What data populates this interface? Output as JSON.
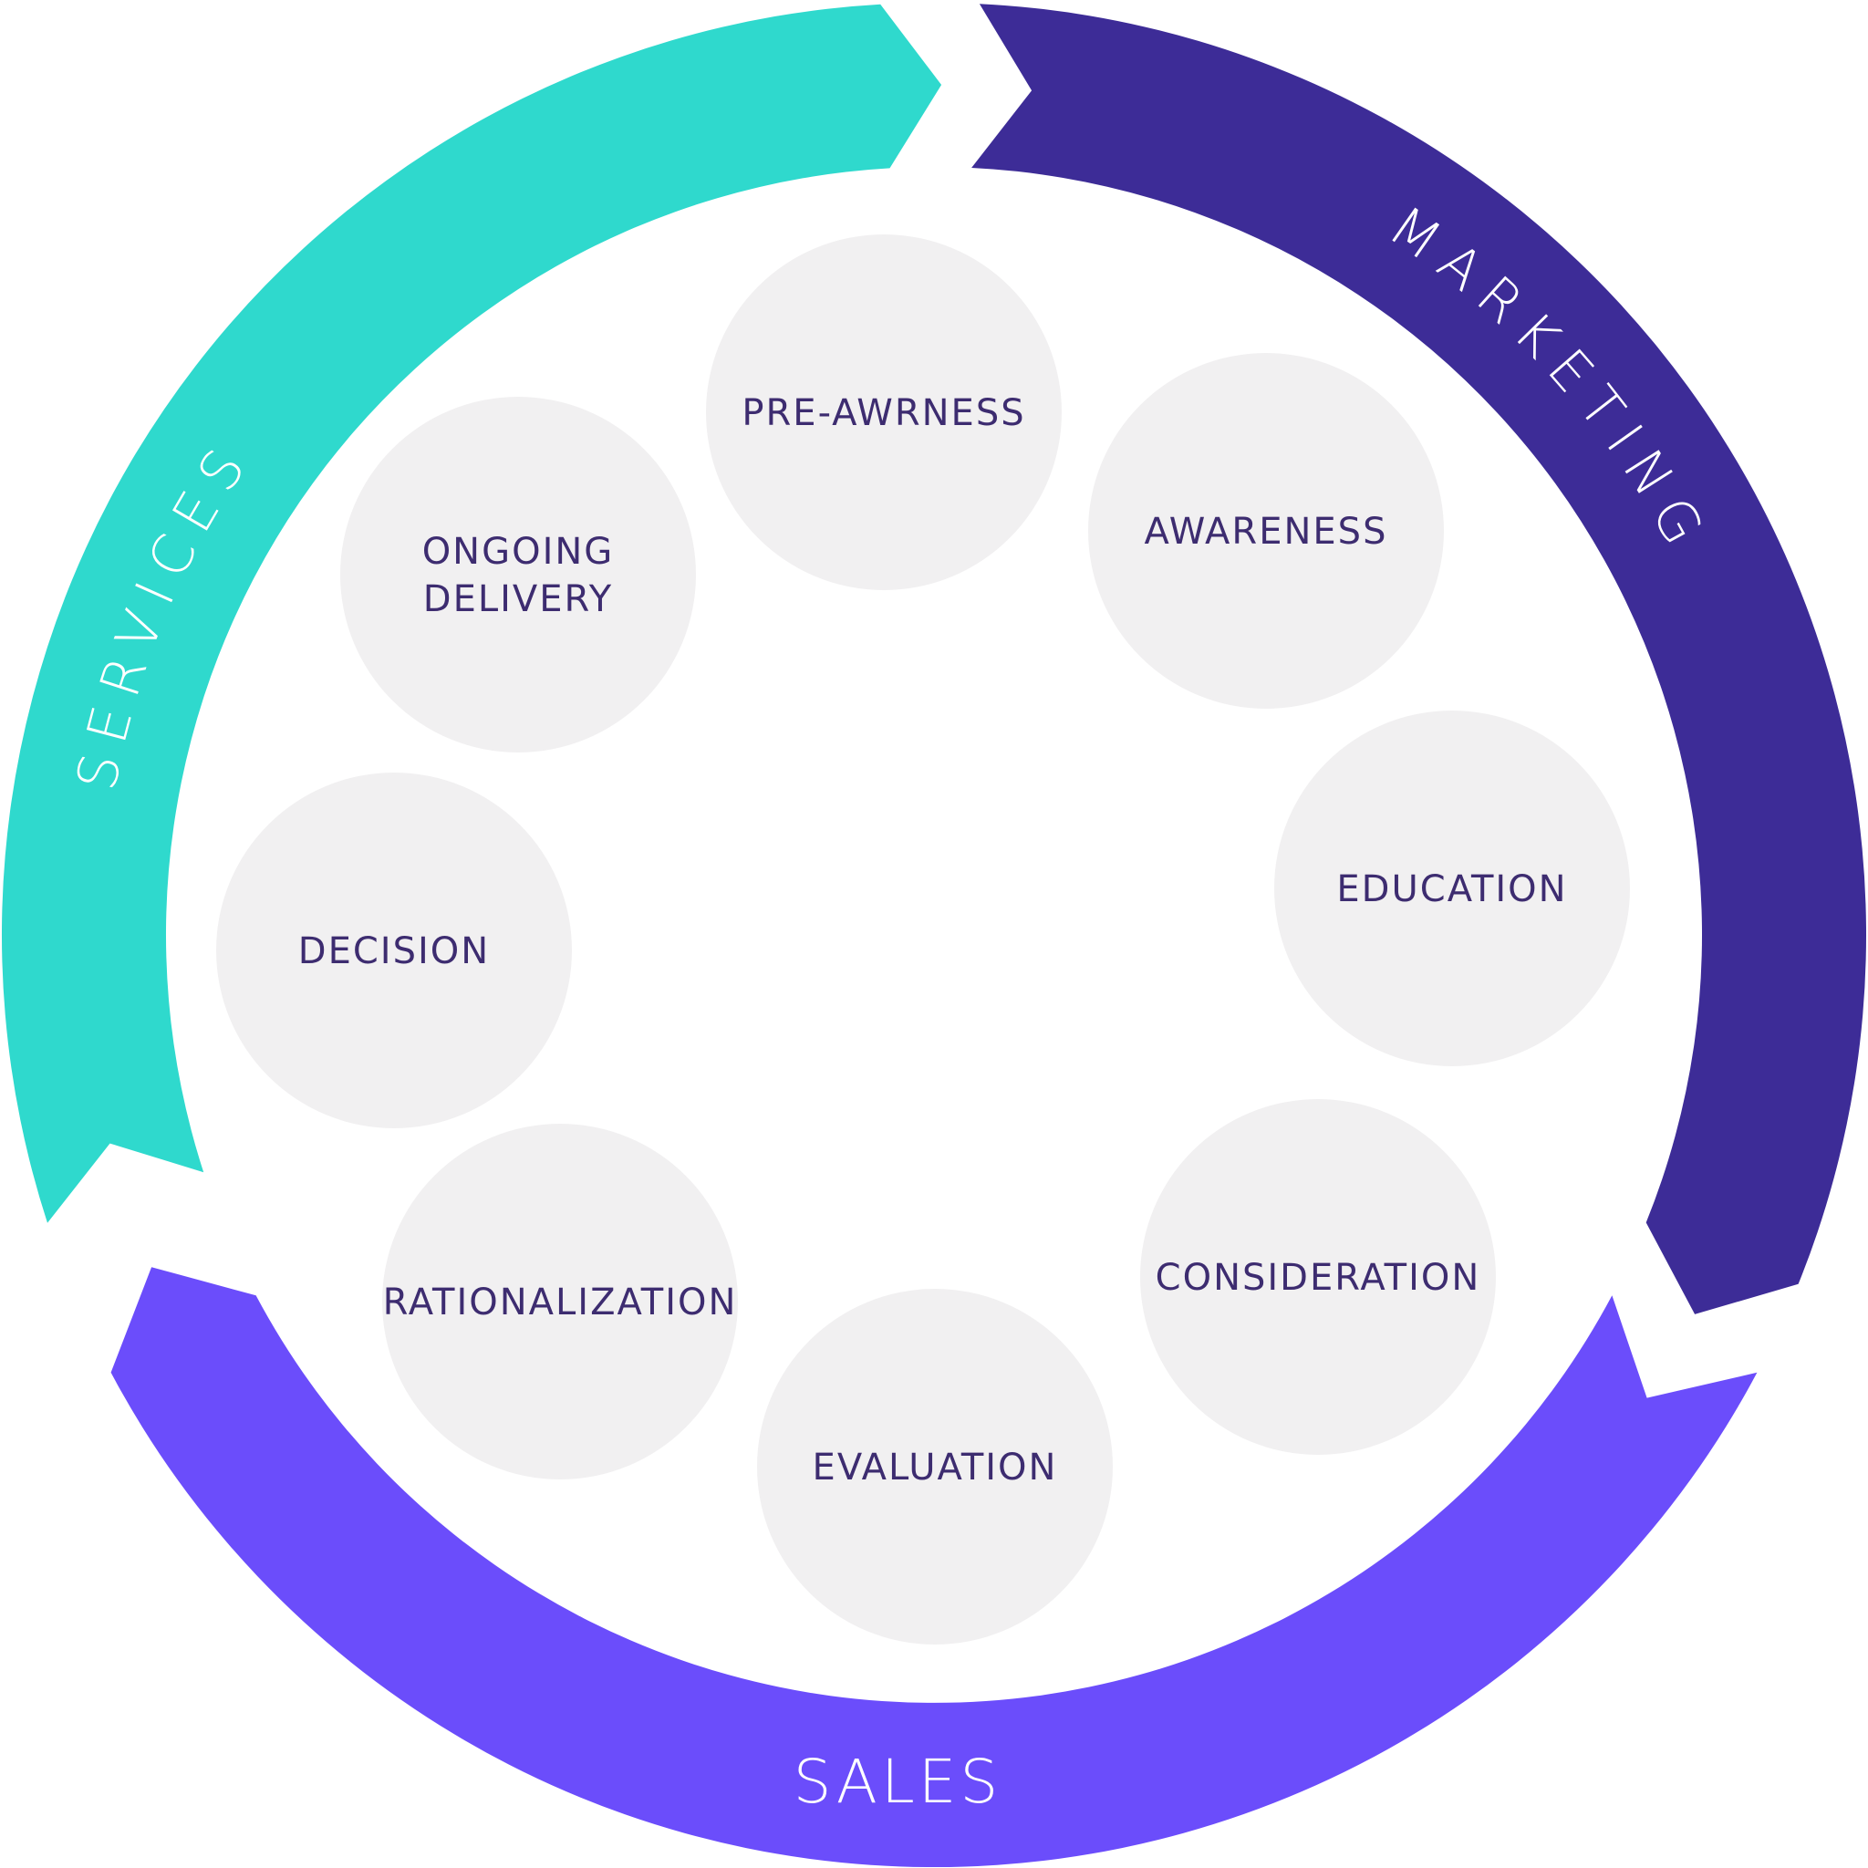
{
  "colors": {
    "services": "#2fd9cd",
    "marketing": "#3d2c97",
    "sales": "#6b4dfb",
    "stage_fill": "#f1f0f1",
    "stage_text": "#3d2c70",
    "arc_text": "#ffffff"
  },
  "segments": [
    {
      "id": "services",
      "label": "SERVICES"
    },
    {
      "id": "marketing",
      "label": "MARKETING"
    },
    {
      "id": "sales",
      "label": "SALES"
    }
  ],
  "stages": [
    {
      "id": "pre-awareness",
      "lines": [
        "PRE-AWRNESS"
      ]
    },
    {
      "id": "awareness",
      "lines": [
        "AWARENESS"
      ]
    },
    {
      "id": "education",
      "lines": [
        "EDUCATION"
      ]
    },
    {
      "id": "consideration",
      "lines": [
        "CONSIDERATION"
      ]
    },
    {
      "id": "evaluation",
      "lines": [
        "EVALUATION"
      ]
    },
    {
      "id": "rationalization",
      "lines": [
        "RATIONALIZATION"
      ]
    },
    {
      "id": "decision",
      "lines": [
        "DECISION"
      ]
    },
    {
      "id": "ongoing-delivery",
      "lines": [
        "ONGOING",
        "DELIVERY"
      ]
    }
  ]
}
